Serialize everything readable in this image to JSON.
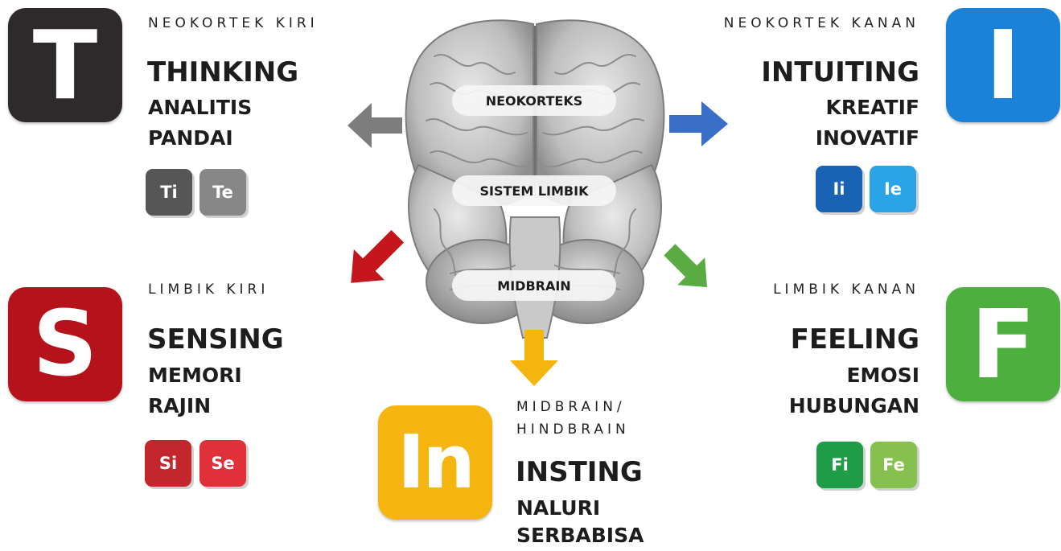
{
  "colors": {
    "thinking": "#2e2a2b",
    "intuiting": "#1a82d8",
    "sensing": "#b5121b",
    "feeling": "#4caf3e",
    "insting": "#f6b40e"
  },
  "brain": {
    "labels": {
      "neokorteks": "NEOKORTEKS",
      "sistem_limbik": "SISTEM LIMBIK",
      "midbrain": "MIDBRAIN"
    }
  },
  "thinking": {
    "letter": "T",
    "region": "NEOKORTEK KIRI",
    "title": "THINKING",
    "line1": "ANALITIS",
    "line2": "PANDAI",
    "chip1": "Ti",
    "chip2": "Te"
  },
  "intuiting": {
    "letter": "I",
    "region": "NEOKORTEK KANAN",
    "title": "INTUITING",
    "line1": "KREATIF",
    "line2": "INOVATIF",
    "chip1": "Ii",
    "chip2": "Ie"
  },
  "sensing": {
    "letter": "S",
    "region": "LIMBIK KIRI",
    "title": "SENSING",
    "line1": "MEMORI",
    "line2": "RAJIN",
    "chip1": "Si",
    "chip2": "Se"
  },
  "feeling": {
    "letter": "F",
    "region": "LIMBIK KANAN",
    "title": "FEELING",
    "line1": "EMOSI",
    "line2": "HUBUNGAN",
    "chip1": "Fi",
    "chip2": "Fe"
  },
  "insting": {
    "letter": "In",
    "region_line1": "MIDBRAIN/",
    "region_line2": "HINDBRAIN",
    "title": "INSTING",
    "line1": "NALURI",
    "line2": "SERBABISA"
  }
}
